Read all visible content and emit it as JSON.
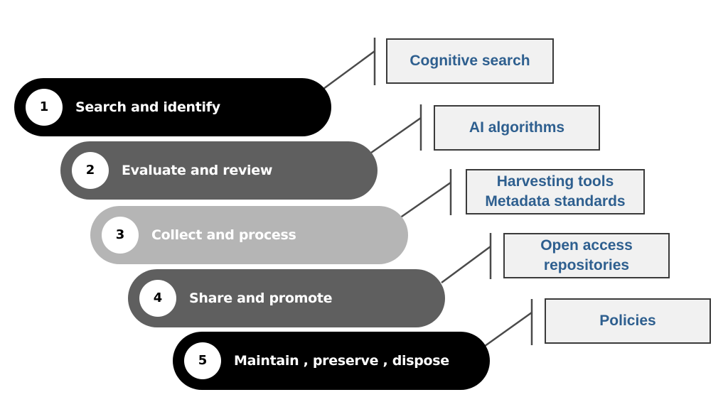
{
  "steps": [
    {
      "number": "1",
      "label": "Search and identify",
      "color": "#000000"
    },
    {
      "number": "2",
      "label": "Evaluate and review",
      "color": "#5f5f5f"
    },
    {
      "number": "3",
      "label": "Collect and process",
      "color": "#b5b5b5"
    },
    {
      "number": "4",
      "label": "Share and promote",
      "color": "#5f5f5f"
    },
    {
      "number": "5",
      "label": "Maintain , preserve , dispose",
      "color": "#000000"
    }
  ],
  "tools": [
    {
      "lines": [
        "Cognitive search"
      ]
    },
    {
      "lines": [
        "AI algorithms"
      ]
    },
    {
      "lines": [
        "Harvesting tools",
        "Metadata standards"
      ]
    },
    {
      "lines": [
        "Open access",
        "repositories"
      ]
    },
    {
      "lines": [
        "Policies"
      ]
    }
  ],
  "colors": {
    "tool_text": "#2e5f8f",
    "tool_border": "#3a3a3a",
    "tool_fill": "#f1f1f1",
    "connector": "#4a4a4a"
  }
}
